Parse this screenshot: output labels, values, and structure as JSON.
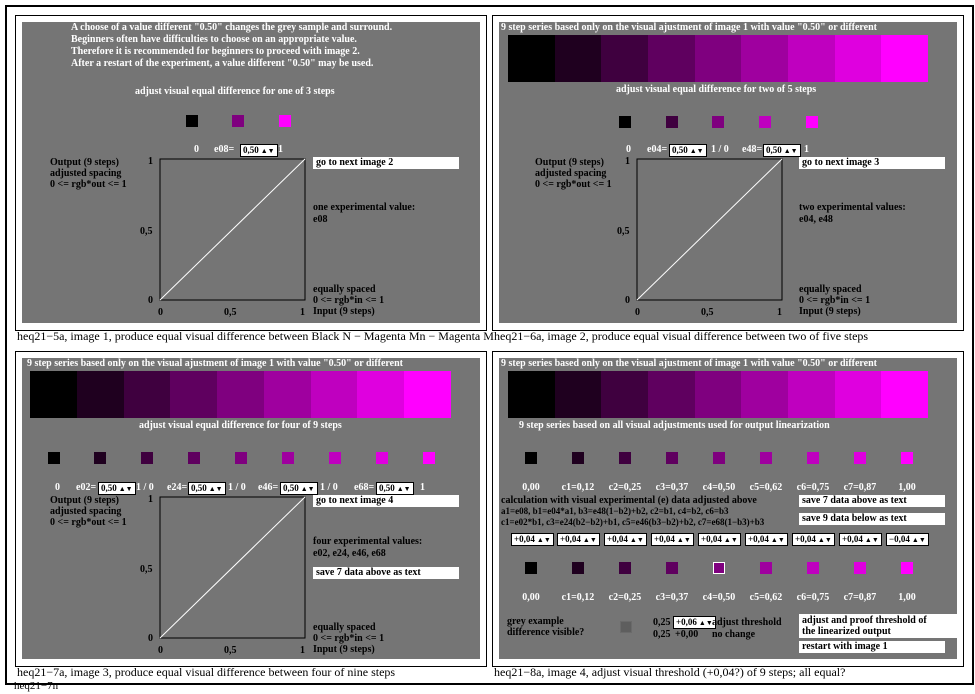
{
  "colors": {
    "gray": "#757575",
    "strip": [
      "#000000",
      "#1f001f",
      "#3f003f",
      "#5f005f",
      "#7f007f",
      "#9f009f",
      "#bf00bf",
      "#df00df",
      "#ff00ff"
    ],
    "three": [
      "#000000",
      "#7f007f",
      "#ff00ff"
    ],
    "five": [
      "#000000",
      "#3f003f",
      "#7f007f",
      "#bf00bf",
      "#ff00ff"
    ]
  },
  "footer": "heq21−7n",
  "p1": {
    "intro": [
      "A choose of a value different \"0.50\" changes the grey sample and surround.",
      "Beginners often have difficulties to choose on an appropriate value.",
      "Therefore it is recommended for beginners to proceed with image 2.",
      "After a restart of the experiment, a value different \"0.50\" may be used."
    ],
    "adjust": "adjust visual equal difference for one of 3 steps",
    "lab0": "0",
    "ctl_label": "e08=",
    "ctl_value": "0,50",
    "lab1": "1",
    "out1": "Output (9 steps)",
    "out2": "adjusted spacing",
    "out3": "0 <= rgb*out <= 1",
    "btn": "go to next image 2",
    "exp1": "one experimental value:",
    "exp2": "e08",
    "eq1": "equally spaced",
    "eq2": "0 <= rgb*in <= 1",
    "eq3": "Input (9 steps)",
    "ax_y1": "1",
    "ax_yh": "0,5",
    "ax_y0": "0",
    "ax_x0": "0",
    "ax_xh": "0,5",
    "ax_x1": "1",
    "caption": "heq21−5a, image 1, produce equal visual difference between Black N − Magenta Mn − Magenta M"
  },
  "p2": {
    "title": "9 step series based only on the visual ajustment of image 1 with value \"0.50\" or different",
    "adjust": "adjust visual equal difference for two of 5 steps",
    "lab0": "0",
    "c1l": "e04=",
    "c1v": "0,50",
    "mid": "1 / 0",
    "c2l": "e48=",
    "c2v": "0,50",
    "lab1": "1",
    "out1": "Output (9 steps)",
    "out2": "adjusted spacing",
    "out3": "0 <= rgb*out <= 1",
    "btn": "go to next image 3",
    "exp1": "two experimental values:",
    "exp2": "e04, e48",
    "eq1": "equally spaced",
    "eq2": "0 <= rgb*in <= 1",
    "eq3": "Input (9 steps)",
    "ax_y1": "1",
    "ax_yh": "0,5",
    "ax_y0": "0",
    "ax_x0": "0",
    "ax_xh": "0,5",
    "ax_x1": "1",
    "caption": "heq21−6a, image 2, produce equal visual difference between two of five steps"
  },
  "p3": {
    "title": "9 step series based only on the visual ajustment of image 1 with value \"0.50\" or different",
    "adjust": "adjust visual equal difference for four of 9 steps",
    "lab0": "0",
    "c1l": "e02=",
    "c1v": "0,50",
    "m1": "1 / 0",
    "c2l": "e24=",
    "c2v": "0,50",
    "m2": "1 / 0",
    "c3l": "e46=",
    "c3v": "0,50",
    "m3": "1 / 0",
    "c4l": "e68=",
    "c4v": "0,50",
    "lab1": "1",
    "out1": "Output (9 steps)",
    "out2": "adjusted spacing",
    "out3": "0 <= rgb*out <= 1",
    "btn": "go to next image 4",
    "exp1": "four experimental values:",
    "exp2": "e02, e24, e46, e68",
    "btn2": "save 7 data above as text",
    "eq1": "equally spaced",
    "eq2": "0 <= rgb*in <= 1",
    "eq3": "Input (9 steps)",
    "ax_y1": "1",
    "ax_yh": "0,5",
    "ax_y0": "0",
    "ax_x0": "0",
    "ax_xh": "0,5",
    "ax_x1": "1",
    "caption": "heq21−7a, image 3, produce equal visual difference between four of nine steps"
  },
  "p4": {
    "title": "9 step series based only on the visual ajustment of image 1 with value \"0.50\" or different",
    "sub": "9 step series based on all visual adjustments used for output linearization",
    "values": [
      "0,00",
      "c1=0,12",
      "c2=0,25",
      "c3=0,37",
      "c4=0,50",
      "c5=0,62",
      "c6=0,75",
      "c7=0,87",
      "1,00"
    ],
    "calc": "calculation with visual experimental (e) data adjusted above",
    "f1": "a1=e08, b1=e04*a1, b3=e48(1−b2)+b2, c2=b1, c4=b2, c6=b3",
    "f2": "c1=e02*b1, c3=e24(b2−b2)+b1, c5=e46(b3−b2)+b2, c7=e68(1−b3)+b3",
    "deltas": [
      "+0,04",
      "+0,04",
      "+0,04",
      "+0,04",
      "+0,04",
      "+0,04",
      "+0,04",
      "+0,04",
      "−0,04"
    ],
    "btn_save7": "save 7 data above as text",
    "btn_save9": "save 9 data below as text",
    "grey1": "grey example",
    "grey2": "difference visible?",
    "th_a": "0,25",
    "th_ctl": "+0,06",
    "th_lab": "adjust threshold",
    "th_b": "0,25",
    "th_ctl2": "+0,00",
    "th_lab2": "no change",
    "btn_proof1": "adjust and proof threshold of",
    "btn_proof2": "the linearized output",
    "btn_restart": "restart with image 1",
    "caption": "heq21−8a, image 4, adjust visual threshold (+0,04?) of 9 steps; all equal?"
  }
}
